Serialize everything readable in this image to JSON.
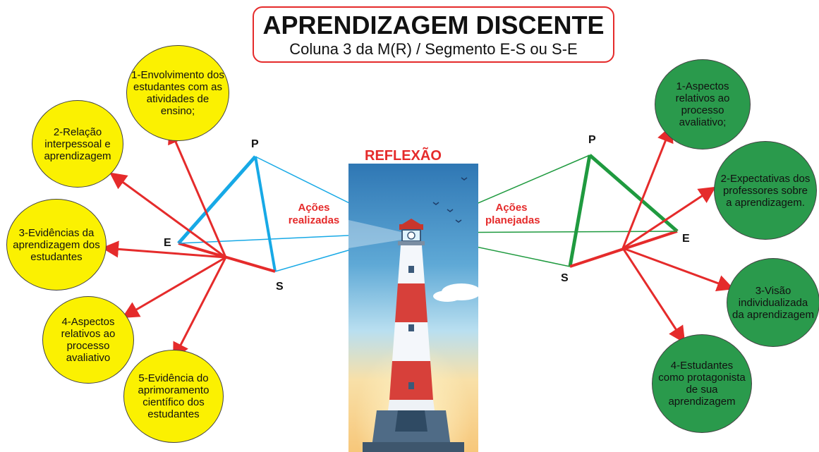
{
  "title": {
    "main": "APRENDIZAGEM DISCENTE",
    "sub": "Coluna 3 da M(R) / Segmento E-S ou S-E"
  },
  "center_label": "REFLEXÃO",
  "left": {
    "vertices": {
      "p": "P",
      "e": "E",
      "s": "S"
    },
    "action_label": "Ações realizadas",
    "bubbles": [
      "1-Envolvimento dos estudantes com as atividades de ensino;",
      "2-Relação interpessoal e aprendizagem",
      "3-Evidências da aprendizagem dos estudantes",
      "4-Aspectos relativos ao processo avaliativo",
      "5-Evidência do aprimoramento científico dos estudantes"
    ]
  },
  "right": {
    "vertices": {
      "p": "P",
      "e": "E",
      "s": "S"
    },
    "action_label": "Ações planejadas",
    "bubbles": [
      "1-Aspectos relativos ao processo avaliativo;",
      "2-Expectativas dos professores sobre a aprendizagem.",
      "3-Visão individualizada da aprendizagem",
      "4-Estudantes como protagonista de sua aprendizagem"
    ]
  },
  "colors": {
    "accent_red": "#e52b2b",
    "left_triangle": "#17a9e6",
    "right_triangle": "#1f9a3f",
    "yellow_bubble": "#fbf101",
    "green_bubble": "#2a9a4c"
  }
}
